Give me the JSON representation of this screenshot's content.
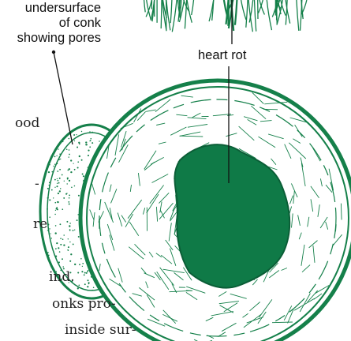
{
  "labels": {
    "conk_line1": "undersurface",
    "conk_line2": "of conk",
    "conk_line3": "showing pores",
    "heart_rot": "heart rot"
  },
  "body_text": {
    "line1": "ood",
    "line2": "-",
    "line3": "re",
    "line4": "ind.",
    "line5": "onks pro-",
    "line6": "inside sur-"
  },
  "colors": {
    "ink": "#15804a",
    "rot": "#0f7a47",
    "text": "#111111"
  }
}
